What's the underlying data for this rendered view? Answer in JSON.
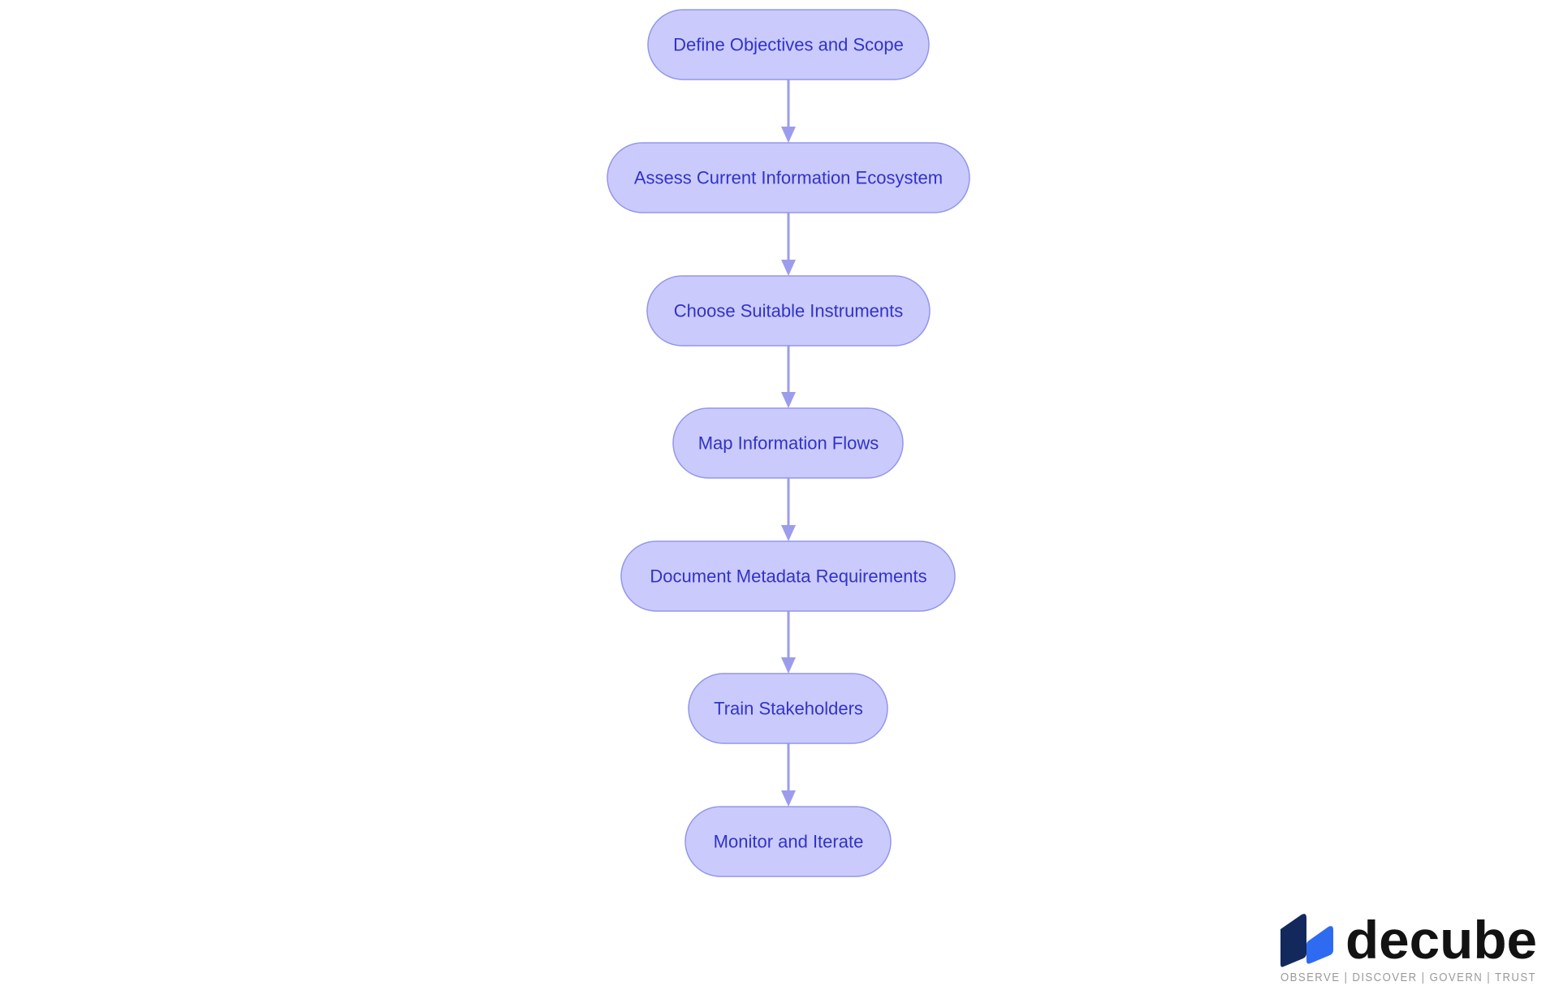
{
  "flowchart": {
    "nodes": [
      {
        "id": "n1",
        "label": "Define Objectives and Scope"
      },
      {
        "id": "n2",
        "label": "Assess Current Information Ecosystem"
      },
      {
        "id": "n3",
        "label": "Choose Suitable Instruments"
      },
      {
        "id": "n4",
        "label": "Map Information Flows"
      },
      {
        "id": "n5",
        "label": "Document Metadata Requirements"
      },
      {
        "id": "n6",
        "label": "Train Stakeholders"
      },
      {
        "id": "n7",
        "label": "Monitor and Iterate"
      }
    ],
    "edges": [
      {
        "from": "n1",
        "to": "n2"
      },
      {
        "from": "n2",
        "to": "n3"
      },
      {
        "from": "n3",
        "to": "n4"
      },
      {
        "from": "n4",
        "to": "n5"
      },
      {
        "from": "n5",
        "to": "n6"
      },
      {
        "from": "n6",
        "to": "n7"
      }
    ]
  },
  "branding": {
    "name": "decube",
    "tagline": "OBSERVE | DISCOVER | GOVERN | TRUST"
  },
  "colors": {
    "node_fill": "#CACBFC",
    "node_border": "#9495EC",
    "node_text": "#3232C8",
    "arrow": "#9B9DEC",
    "logo_dark": "#13295E",
    "logo_light": "#2F6BF0"
  }
}
